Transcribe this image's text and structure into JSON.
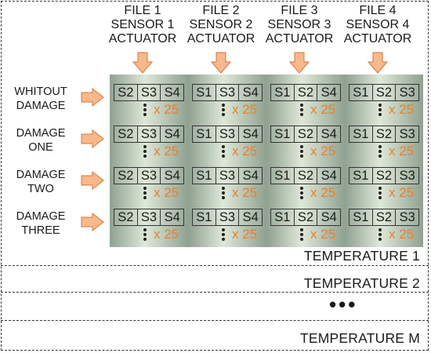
{
  "files": [
    {
      "file": "FILE 1",
      "sensor": "SENSOR 1",
      "role": "ACTUATOR",
      "sensors": [
        "S2",
        "S3",
        "S4"
      ]
    },
    {
      "file": "FILE 2",
      "sensor": "SENSOR 2",
      "role": "ACTUATOR",
      "sensors": [
        "S1",
        "S3",
        "S4"
      ]
    },
    {
      "file": "FILE 3",
      "sensor": "SENSOR 3",
      "role": "ACTUATOR",
      "sensors": [
        "S1",
        "S2",
        "S4"
      ]
    },
    {
      "file": "FILE 4",
      "sensor": "SENSOR 4",
      "role": "ACTUATOR",
      "sensors": [
        "S1",
        "S2",
        "S3"
      ]
    }
  ],
  "conditions": [
    {
      "line1": "WHITOUT",
      "line2": "DAMAGE"
    },
    {
      "line1": "DAMAGE",
      "line2": "ONE"
    },
    {
      "line1": "DAMAGE",
      "line2": "TWO"
    },
    {
      "line1": "DAMAGE",
      "line2": "THREE"
    }
  ],
  "repetitions": "x 25",
  "temperatures": [
    "TEMPERATURE 1",
    "TEMPERATURE 2",
    "TEMPERATURE M"
  ],
  "ellipsis": "•••",
  "colors": {
    "arrow_fill": "#f7b98b",
    "arrow_stroke": "#d9733a",
    "count_text": "#e8812a",
    "panel_dark": "#8fa190",
    "panel_light": "#dfe8d9"
  }
}
